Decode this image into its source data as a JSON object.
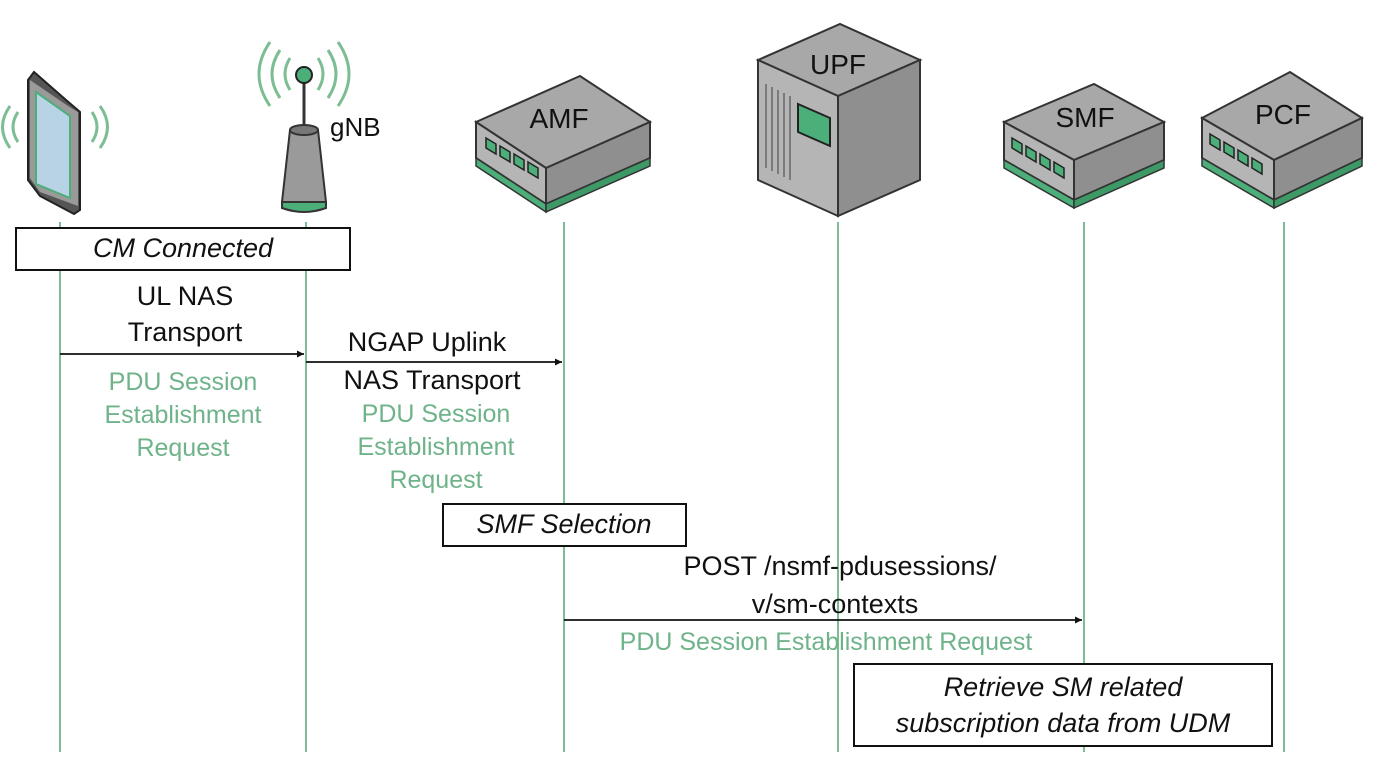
{
  "entities": {
    "gnb": {
      "label": "gNB"
    },
    "amf": {
      "label": "AMF"
    },
    "upf": {
      "label": "UPF"
    },
    "smf": {
      "label": "SMF"
    },
    "pcf": {
      "label": "PCF"
    }
  },
  "notes": {
    "cm_connected": "CM Connected",
    "smf_selection": "SMF Selection",
    "retrieve": {
      "line1": "Retrieve SM related",
      "line2": "subscription data from UDM"
    }
  },
  "messages": {
    "ul_nas": {
      "label": [
        "UL NAS",
        "Transport"
      ],
      "payload": [
        "PDU Session",
        "Establishment",
        "Request"
      ]
    },
    "ngap": {
      "label": [
        "NGAP Uplink",
        "NAS Transport"
      ],
      "payload": [
        "PDU Session",
        "Establishment",
        "Request"
      ]
    },
    "post": {
      "label": [
        "POST /nsmf-pdusessions/",
        "v/sm-contexts"
      ],
      "payload": [
        "PDU Session Establishment Request"
      ]
    }
  },
  "colors": {
    "lifeline": "#7dbd93",
    "payload_text": "#6fb38a",
    "device_accent": "#4caf7a"
  }
}
